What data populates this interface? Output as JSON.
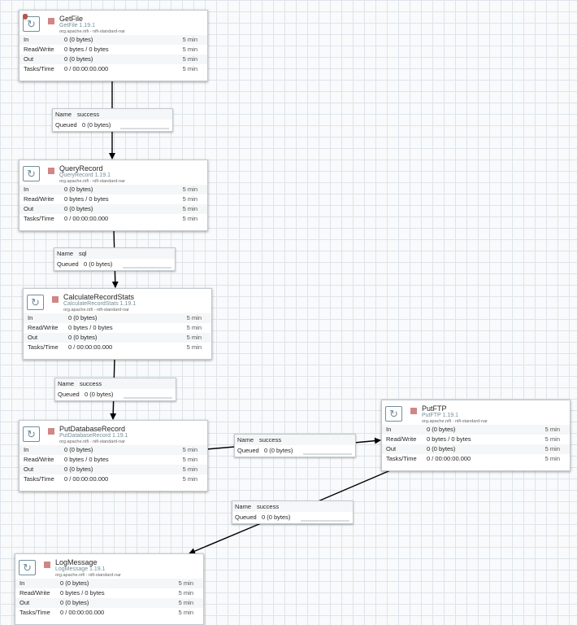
{
  "icons": {
    "processor": "processor-icon",
    "stopped": "stopped-square-icon",
    "validation": "invalid-warning-icon"
  },
  "colors": {
    "stopped": "#d18686",
    "accent": "#728e9b",
    "warning": "#ba554a"
  },
  "stats_labels": {
    "in": "In",
    "read_write": "Read/Write",
    "out": "Out",
    "tasks_time": "Tasks/Time"
  },
  "connection_labels": {
    "name": "Name",
    "queued": "Queued"
  },
  "processors": [
    {
      "name": "GetFile",
      "type": "GetFile 1.19.1",
      "bundle": "org.apache.nifi - nifi-standard-nar",
      "in": "0 (0 bytes)",
      "read_write": "0 bytes / 0 bytes",
      "out": "0 (0 bytes)",
      "tasks_time": "0 / 00:00:00.000",
      "window": "5 min",
      "invalid": true
    },
    {
      "name": "QueryRecord",
      "type": "QueryRecord 1.19.1",
      "bundle": "org.apache.nifi - nifi-standard-nar",
      "in": "0 (0 bytes)",
      "read_write": "0 bytes / 0 bytes",
      "out": "0 (0 bytes)",
      "tasks_time": "0 / 00:00:00.000",
      "window": "5 min"
    },
    {
      "name": "CalculateRecordStats",
      "type": "CalculateRecordStats 1.19.1",
      "bundle": "org.apache.nifi - nifi-standard-nar",
      "in": "0 (0 bytes)",
      "read_write": "0 bytes / 0 bytes",
      "out": "0 (0 bytes)",
      "tasks_time": "0 / 00:00:00.000",
      "window": "5 min"
    },
    {
      "name": "PutDatabaseRecord",
      "type": "PutDatabaseRecord 1.19.1",
      "bundle": "org.apache.nifi - nifi-standard-nar",
      "in": "0 (0 bytes)",
      "read_write": "0 bytes / 0 bytes",
      "out": "0 (0 bytes)",
      "tasks_time": "0 / 00:00:00.000",
      "window": "5 min"
    },
    {
      "name": "PutFTP",
      "type": "PutFTP 1.19.1",
      "bundle": "org.apache.nifi - nifi-standard-nar",
      "in": "0 (0 bytes)",
      "read_write": "0 bytes / 0 bytes",
      "out": "0 (0 bytes)",
      "tasks_time": "0 / 00:00:00.000",
      "window": "5 min"
    },
    {
      "name": "LogMessage",
      "type": "LogMessage 1.19.1",
      "bundle": "org.apache.nifi - nifi-standard-nar",
      "in": "0 (0 bytes)",
      "read_write": "0 bytes / 0 bytes",
      "out": "0 (0 bytes)",
      "tasks_time": "0 / 00:00:00.000",
      "window": "5 min"
    }
  ],
  "connections": [
    {
      "from": "GetFile",
      "to": "QueryRecord",
      "name": "success",
      "queued": "0 (0 bytes)"
    },
    {
      "from": "QueryRecord",
      "to": "CalculateRecordStats",
      "name": "sql",
      "queued": "0 (0 bytes)"
    },
    {
      "from": "CalculateRecordStats",
      "to": "PutDatabaseRecord",
      "name": "success",
      "queued": "0 (0 bytes)"
    },
    {
      "from": "PutDatabaseRecord",
      "to": "PutFTP",
      "name": "success",
      "queued": "0 (0 bytes)"
    },
    {
      "from": "PutFTP",
      "to": "LogMessage",
      "name": "success",
      "queued": "0 (0 bytes)"
    }
  ]
}
